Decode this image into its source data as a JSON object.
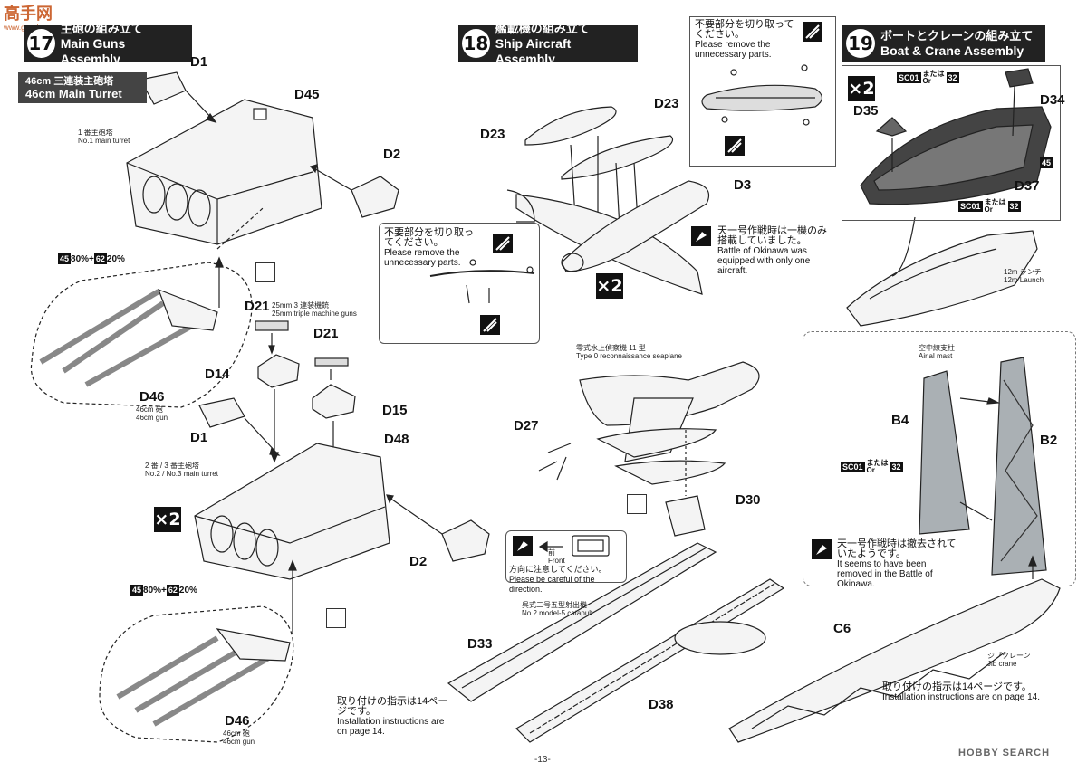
{
  "watermark": {
    "text": "高手网",
    "sub": "www.gaoshou.com"
  },
  "step17": {
    "num": "17",
    "jp": "主砲の組み立て",
    "en": "Main Guns Assembly"
  },
  "step18": {
    "num": "18",
    "jp": "艦載機の組み立て",
    "en": "Ship Aircraft Assembly"
  },
  "step19": {
    "num": "19",
    "jp": "ボートとクレーンの組み立て",
    "en": "Boat & Crane Assembly"
  },
  "turret_label": {
    "jp": "46cm 三連装主砲塔",
    "en": "46cm Main Turret"
  },
  "parts": {
    "D1a": "D1",
    "D45": "D45",
    "D2a": "D2",
    "D46a": "D46",
    "D21a": "D21",
    "D21b": "D21",
    "D14": "D14",
    "D15": "D15",
    "D1b": "D1",
    "D48": "D48",
    "D2b": "D2",
    "D46b": "D46",
    "D23a": "D23",
    "D23b": "D23",
    "D3": "D3",
    "D27": "D27",
    "D30": "D30",
    "D33": "D33",
    "D38": "D38",
    "D35": "D35",
    "D34": "D34",
    "D37": "D37",
    "B4": "B4",
    "B2": "B2",
    "C6": "C6"
  },
  "labels": {
    "no1_turret_jp": "1 番主砲塔",
    "no1_turret_en": "No.1 main turret",
    "gun46_jp_a": "46cm 砲",
    "gun46_en_a": "46cm gun",
    "gun46_jp_b": "46cm 砲",
    "gun46_en_b": "46cm gun",
    "mg_jp": "25mm 3 連装機銃",
    "mg_en": "25mm triple machine guns",
    "no23_turret_jp": "2 番 / 3 番主砲塔",
    "no23_turret_en": "No.2 / No.3 main turret",
    "seaplane_jp": "零式水上偵察機 11 型",
    "seaplane_en": "Type 0 reconnaissance seaplane",
    "catapult_jp": "呉式二号五型射出機",
    "catapult_en": "No.2 model-5 catapult",
    "launch_jp": "12m ランチ",
    "launch_en": "12m Launch",
    "mast_jp": "空中線支柱",
    "mast_en": "Airial mast",
    "jib_jp": "ジブクレーン",
    "jib_en": "Jib crane",
    "front_jp": "前",
    "front_en": "Front"
  },
  "paints": {
    "mix_a": {
      "c1": "45",
      "p1": "80%",
      "plus": "+",
      "c2": "62",
      "p2": "20%"
    },
    "mix_b": {
      "c1": "45",
      "p1": "80%",
      "plus": "+",
      "c2": "62",
      "p2": "20%"
    },
    "boat_45": "45",
    "sc01_a": {
      "c1": "SC01",
      "or_jp": "または",
      "or_en": "Or",
      "c2": "32"
    },
    "sc01_b": {
      "c1": "SC01",
      "or_jp": "または",
      "or_en": "Or",
      "c2": "32"
    },
    "sc01_c": {
      "c1": "SC01",
      "or_jp": "または",
      "or_en": "Or",
      "c2": "32"
    }
  },
  "multipliers": {
    "a": "×2",
    "b": "×2",
    "c": "×2"
  },
  "notes": {
    "remove_a_jp": "不要部分を切り取ってください。",
    "remove_a_en": "Please remove the unnecessary parts.",
    "remove_b_jp": "不要部分を切り取ってください。",
    "remove_b_en": "Please remove the unnecessary parts.",
    "okinawa_jp": "天一号作戦時は一機のみ搭載していました。",
    "okinawa_en": "Battle of Okinawa was equipped with only one aircraft.",
    "direction_jp": "方向に注意してください。",
    "direction_en": "Please be careful of the direction.",
    "removed_jp": "天一号作戦時は撤去されていたようです。",
    "removed_en": "It seems to have been removed in the Battle of Okinawa.",
    "install_a_jp": "取り付けの指示は14ページです。",
    "install_a_en": "Installation instructions are on page 14.",
    "install_b_jp": "取り付けの指示は14ページです。",
    "install_b_en": "Installation instructions are on page 14."
  },
  "footer": {
    "page": "-13-",
    "logo": "HOBBY SEARCH"
  }
}
